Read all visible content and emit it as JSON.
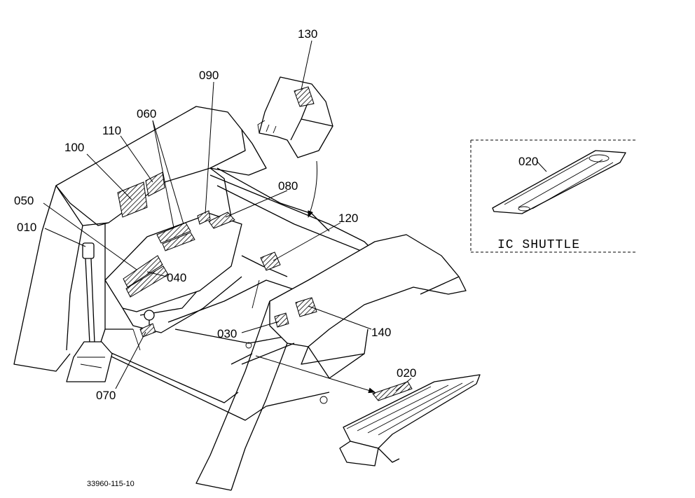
{
  "figure_number": "33960-115-10",
  "inset": {
    "title": "IC SHUTTLE",
    "part": "020"
  },
  "callouts": [
    {
      "id": "130"
    },
    {
      "id": "090"
    },
    {
      "id": "060"
    },
    {
      "id": "110"
    },
    {
      "id": "100"
    },
    {
      "id": "080"
    },
    {
      "id": "050"
    },
    {
      "id": "010"
    },
    {
      "id": "120"
    },
    {
      "id": "040"
    },
    {
      "id": "030"
    },
    {
      "id": "140"
    },
    {
      "id": "070"
    },
    {
      "id": "020"
    }
  ]
}
